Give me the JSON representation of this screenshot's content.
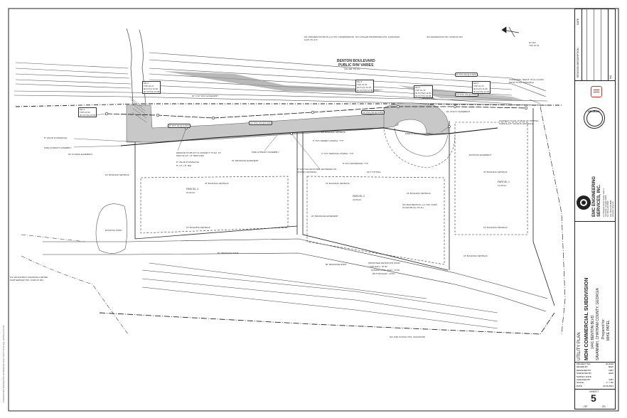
{
  "road": {
    "name": "BENTON BOULEVARD",
    "row": "PUBLIC R/W VARIES",
    "ref": "(PB 40B, PG 10)"
  },
  "parcels": [
    {
      "name": "PARCEL 3",
      "area": "22.96 AC."
    },
    {
      "name": "PARCEL 2",
      "area": "22.86 AC."
    },
    {
      "name": "PARCEL 1",
      "area": "12.05 AC."
    }
  ],
  "easements": {
    "sign": "20' X 20' SIGN EASEMENT",
    "access": "60' ACCESS EASEMENT",
    "drainage_20": "20' DRAINAGE EASEMENT",
    "drainage_80": "80' DRAINAGE ESMT",
    "utility": "20' UTILITY EASEMENT",
    "setback": "15' BUILDING SETBACK"
  },
  "callouts": {
    "valve_manhole": "8\" VALVE IN MANHOLE",
    "fire_hydrant": "FIRE HYDRANT ASSEMBLY",
    "remove_stub": "REMOVE STUB OUT & CONNECT TO EX. 10\" MAIN W/ 10\" x 8\" REDUCER",
    "valve_8": "8\" VALVE IN MANHOLE",
    "tee": "8\" x 8\" x 8\" TEE",
    "fire_hydrant_2": "FIRE HYDRANT ASSEMBLY",
    "ductile": "8\" DUCTILE IRON PIPE CENTERED ON STORM CROSSING",
    "sewer_lateral": "6\" PVC SEWER LATERAL, TYP",
    "service_lateral": "2\" PVC SERVICE LATERAL, TYP",
    "watermain": "8\" PVC WATERMAIN, TYP",
    "fitting": "22.5° FITTING",
    "fitting_45": "45° FITTING",
    "fire_hydrant_3": "FIRE HYDRANT ASSEMBLY",
    "core_drill": "CORE DRILL NEW 8\" IN 10-12 AND DROP TO EX. MANHOLE",
    "connect_main": "CONNECT TO EX. 8\" MAIN W/ TAPPING SADDLE & 8\" VALVE IN MANHOLE",
    "detention": "PROPOSED DETENTION POND",
    "pond_elev": [
      "TOP ELEV.: 20.50'",
      "NORMAL POOL ELEV.: 15.50'",
      "BOTTOM ELEV.: 10.50'"
    ],
    "pipe_box_1": "12\" PVC SS @ 0.40%",
    "pipe_box_2": "12\" PVC SS @ 0.35%",
    "pipe_box_3": "8\" PVC SS @ 0.45%",
    "existing_pond": "EXISTING POND",
    "existing_easement": "EXISTING EASEMENT"
  },
  "manholes": [
    {
      "id": "MH 1",
      "lines": [
        "TOP 24.50",
        "IE OUT(S) 15.50"
      ]
    },
    {
      "id": "MH 2",
      "lines": [
        "TOP 22.27",
        "IE IN (N) 13.96",
        "IE OUT(S) 13.86"
      ]
    },
    {
      "id": "MH 3",
      "lines": [
        "TOP 21.52",
        "IE IN (N) 12.16",
        "IE OUT(S) 12.06"
      ]
    },
    {
      "id": "MH 4",
      "lines": [
        "TOP 21.72",
        "IE IN (NW) 11.81",
        "IE OUT(S) 10.82"
      ]
    },
    {
      "id": "MH 5",
      "lines": [
        "TOP 21.73",
        "IE IN (N) 11.00",
        "IE OUT(S) 10.90"
      ]
    },
    {
      "id": "EX MH",
      "lines": [
        "TOP 22.61"
      ]
    }
  ],
  "owners": [
    {
      "text": "N/F  1582 BENTON BLVD LLC  PIN: 2100902008  DB 1215, PG 473"
    },
    {
      "text": "N/F  VOGLER PROPERTIES  PIN: 2101001001"
    },
    {
      "text": "N/F  RIDGEWOOD  PIN: 21009 02 004"
    },
    {
      "text": "N/F  MHD BENTON, LLC  PIN: 21009 02 004  DB 4H, PG 4H"
    },
    {
      "text": "N/F  WILDSTRIFF SAVANNAH LIMITED PARTNERSHIP  PIN: 21009 02 003"
    },
    {
      "text": "N/F  1190 GODLEY  PIN: 2101001008"
    }
  ],
  "title_block": {
    "revisions_header": "REVISION DESCRIPTION",
    "no_header": "NO.",
    "date_header": "DATE",
    "state": "GEORGIA",
    "firm_name": "EMC ENGINEERING SERVICES, INC.",
    "firm_addr": [
      "12 Chatham Center South, Suite 4",
      "Savannah, Georgia 31405",
      "Tel: (912) 232-6533",
      "Fax: (912) 232-6564",
      "www.emc-eng.com"
    ],
    "sheet_title": "UTILITY PLAN",
    "project": "MDH COMMERCIAL SUBDIVISION",
    "address": "1441 BENTON BLVD.",
    "location": "SAVANNAH, CHATHAM COUNTY, GEORGIA",
    "prepared_for_label": "Prepared for:",
    "client": "MIKE PATEL",
    "fields": [
      {
        "k": "PROJECT NO.",
        "v": "20-0016"
      },
      {
        "k": "DRAWN BY",
        "v": "BMO"
      },
      {
        "k": "DESIGNED BY",
        "v": "DMT"
      },
      {
        "k": "SURVEYED BY",
        "v": "EMC"
      },
      {
        "k": "SURVEY DATE",
        "v": ""
      },
      {
        "k": "CHECKED BY",
        "v": "DMT"
      },
      {
        "k": "SCALE",
        "v": "1\" = 80'"
      },
      {
        "k": "DATE",
        "v": "01/11/2021"
      }
    ],
    "sheet_label": "SHEET",
    "sheet_no": "5",
    "of_label": "OF",
    "of_total": "20"
  },
  "margin_path": "Z:\\2020\\20-0016 MHD BENTON BLVD\\DWG\\20-0016 UTILITY PLAN.dwg, 1/11/2021 9:00 PM"
}
